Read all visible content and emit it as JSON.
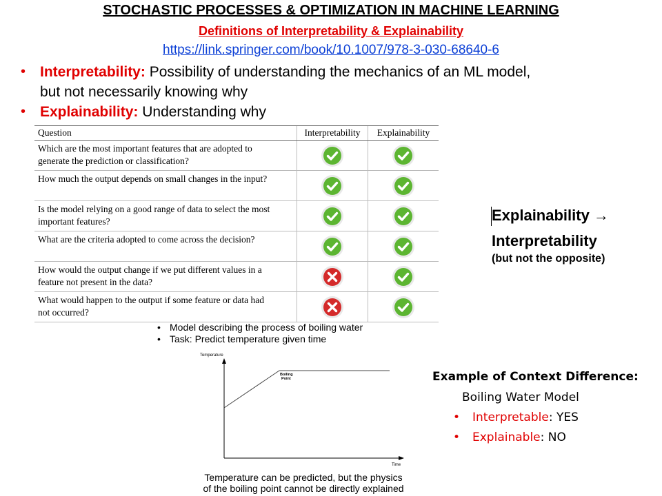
{
  "header": {
    "title": "STOCHASTIC PROCESSES & OPTIMIZATION IN MACHINE LEARNING",
    "subtitle": "Definitions of Interpretability & Explainability",
    "link": "https://link.springer.com/book/10.1007/978-3-030-68640-6"
  },
  "bullets": [
    {
      "term": "Interpretability:",
      "text": "Possibility of understanding the mechanics of an ML model,",
      "text2": "but not necessarily knowing why"
    },
    {
      "term": "Explainability:",
      "text": "Understanding why"
    }
  ],
  "table": {
    "headers": [
      "Question",
      "Interpretability",
      "Explainability"
    ],
    "rows": [
      {
        "q1": "Which are the most important features that are adopted to",
        "q2": "generate the prediction or classification?",
        "interp": "check-icon",
        "expl": "check-icon"
      },
      {
        "q1": "How much the output depends on small changes in the input?",
        "q2": "",
        "interp": "check-icon",
        "expl": "check-icon"
      },
      {
        "q1": "Is the model relying on a good range of data to select the most",
        "q2": "important features?",
        "interp": "check-icon",
        "expl": "check-icon"
      },
      {
        "q1": "What are the criteria adopted to come across the decision?",
        "q2": "",
        "interp": "check-icon",
        "expl": "check-icon"
      },
      {
        "q1": "How would the output change if we put different values in a",
        "q2": "feature not present in the data?",
        "interp": "cross-icon",
        "expl": "check-icon"
      },
      {
        "q1": "What would happen to the output if some feature or data had",
        "q2": "not occurred?",
        "interp": "cross-icon",
        "expl": "check-icon"
      }
    ]
  },
  "side_note": {
    "line1": "Explainability →",
    "line2": "Interpretability",
    "line3": "(but not the opposite)"
  },
  "tasks": [
    "Model describing the process of boiling water",
    "Task: Predict temperature given time"
  ],
  "chart_data": {
    "type": "line",
    "xlabel": "Time",
    "ylabel": "Temperature",
    "annotations": [
      "Boiling",
      "Point"
    ]
  },
  "caption": {
    "line1": "Temperature can be predicted, but the physics",
    "line2": "of the boiling point cannot be directly explained"
  },
  "example": {
    "heading": "Example of Context Difference:",
    "model": "Boiling Water Model",
    "items": [
      {
        "label": "Interpretable",
        "value": ": YES"
      },
      {
        "label": "Explainable",
        "value": ": NO"
      }
    ]
  },
  "colors": {
    "accent_red": "#e00000",
    "link_blue": "#0b3fd6",
    "check_green": "#5cb531",
    "cross_red": "#d42a2a"
  }
}
